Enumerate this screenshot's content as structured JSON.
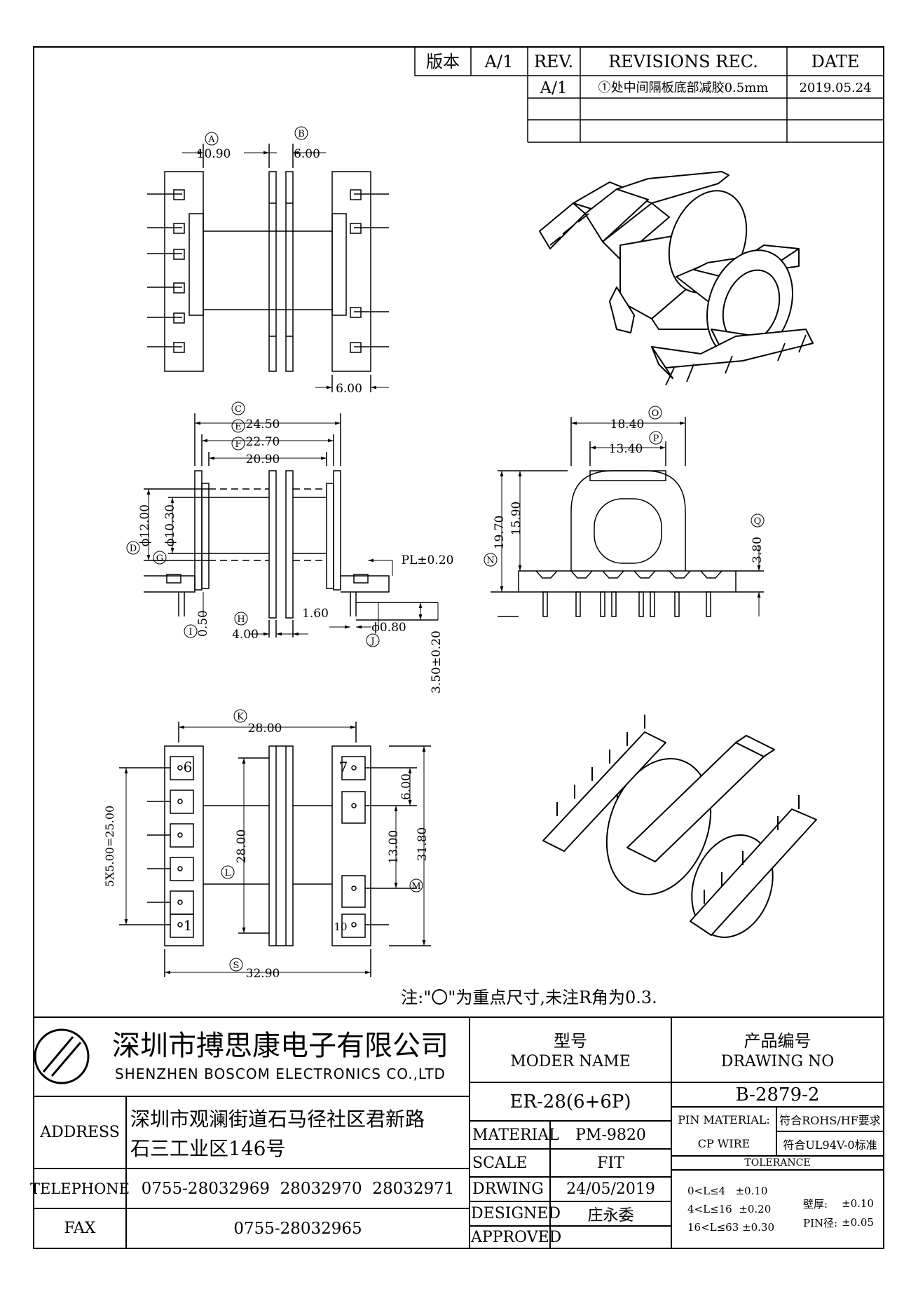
{
  "revision_table": {
    "version_label": "版本",
    "version_value": "A/1",
    "rev_header": "REV.",
    "records_header": "REVISIONS REC.",
    "date_header": "DATE",
    "rows": [
      {
        "rev": "A/1",
        "record": "①处中间隔板底部减胶0.5mm",
        "date": "2019.05.24"
      },
      {
        "rev": "",
        "record": "",
        "date": ""
      },
      {
        "rev": "",
        "record": "",
        "date": ""
      }
    ]
  },
  "dimensions": {
    "A": {
      "mark": "A",
      "value": "10.90"
    },
    "B": {
      "mark": "B",
      "value": "6.00"
    },
    "top_bottom": {
      "value": "6.00"
    },
    "C": {
      "mark": "C",
      "value": "24.50"
    },
    "E": {
      "mark": "E",
      "value": "22.70"
    },
    "F": {
      "mark": "F",
      "value": "20.90"
    },
    "D": {
      "mark": "D",
      "value": "ϕ12.00"
    },
    "G": {
      "mark": "G",
      "value": "ϕ10.30"
    },
    "pl": {
      "value": "PL±0.20"
    },
    "I": {
      "mark": "I",
      "value": "0.50"
    },
    "H": {
      "mark": "H",
      "value": "4.00"
    },
    "h2": {
      "value": "1.60"
    },
    "J": {
      "mark": "J",
      "value": "ϕ0.80"
    },
    "pin_len": {
      "value": "3.50±0.20"
    },
    "O": {
      "mark": "O",
      "value": "18.40"
    },
    "P": {
      "mark": "P",
      "value": "13.40"
    },
    "N": {
      "mark": "N",
      "value": "19.70"
    },
    "n2": {
      "value": "15.90"
    },
    "Q": {
      "mark": "Q",
      "value": "3.80"
    },
    "K": {
      "mark": "K",
      "value": "28.00"
    },
    "pitch": {
      "value": "5X5.00=25.00"
    },
    "L": {
      "mark": "L",
      "value": "28.00"
    },
    "r6": {
      "value": "6.00"
    },
    "r13": {
      "value": "13.00"
    },
    "M": {
      "mark": "M",
      "value": "31.80"
    },
    "S": {
      "mark": "S",
      "value": "32.90"
    }
  },
  "pin_labels": {
    "p6": "6",
    "p7": "7",
    "p1": "1",
    "p10": "10"
  },
  "note": "注:\"〇\"为重点尺寸,未注R角为0.3.",
  "title_block": {
    "company_cn": "深圳市搏思康电子有限公司",
    "company_en": "SHENZHEN BOSCOM ELECTRONICS CO.,LTD",
    "address_label": "ADDRESS",
    "address_line1": "深圳市观澜街道石马径社区君新路",
    "address_line2": "石三工业区146号",
    "telephone_label": "TELEPHONE",
    "telephone": "0755-28032969  28032970  28032971",
    "fax_label": "FAX",
    "fax": "0755-28032965",
    "model_label_cn": "型号",
    "model_label_en": "MODER NAME",
    "model_value": "ER-28(6+6P)",
    "drawing_label_cn": "产品编号",
    "drawing_label_en": "DRAWING NO",
    "drawing_value": "B-2879-2",
    "material_label": "MATERIAL",
    "material_value": "PM-9820",
    "scale_label": "SCALE",
    "scale_value": "FIT",
    "drawing_date_label": "DRWING",
    "drawing_date": "24/05/2019",
    "designed_label": "DESIGNED",
    "designed_value": "庄永委",
    "approved_label": "APPROVED",
    "approved_value": "",
    "pin_material_label": "PIN MATERIAL:",
    "pin_material_value": "CP WIRE",
    "rohs": "符合ROHS/HF要求",
    "ul": "符合UL94V-0标准",
    "tolerance_label": "TOLERANCE",
    "tol1": "0<L≤4   ±0.10",
    "tol2": "4<L≤16  ±0.20",
    "tol3": "16<L≤63 ±0.30",
    "wall_label": "壁厚:",
    "wall_value": "±0.10",
    "pin_dia_label": "PIN径:",
    "pin_dia_value": "±0.05"
  }
}
